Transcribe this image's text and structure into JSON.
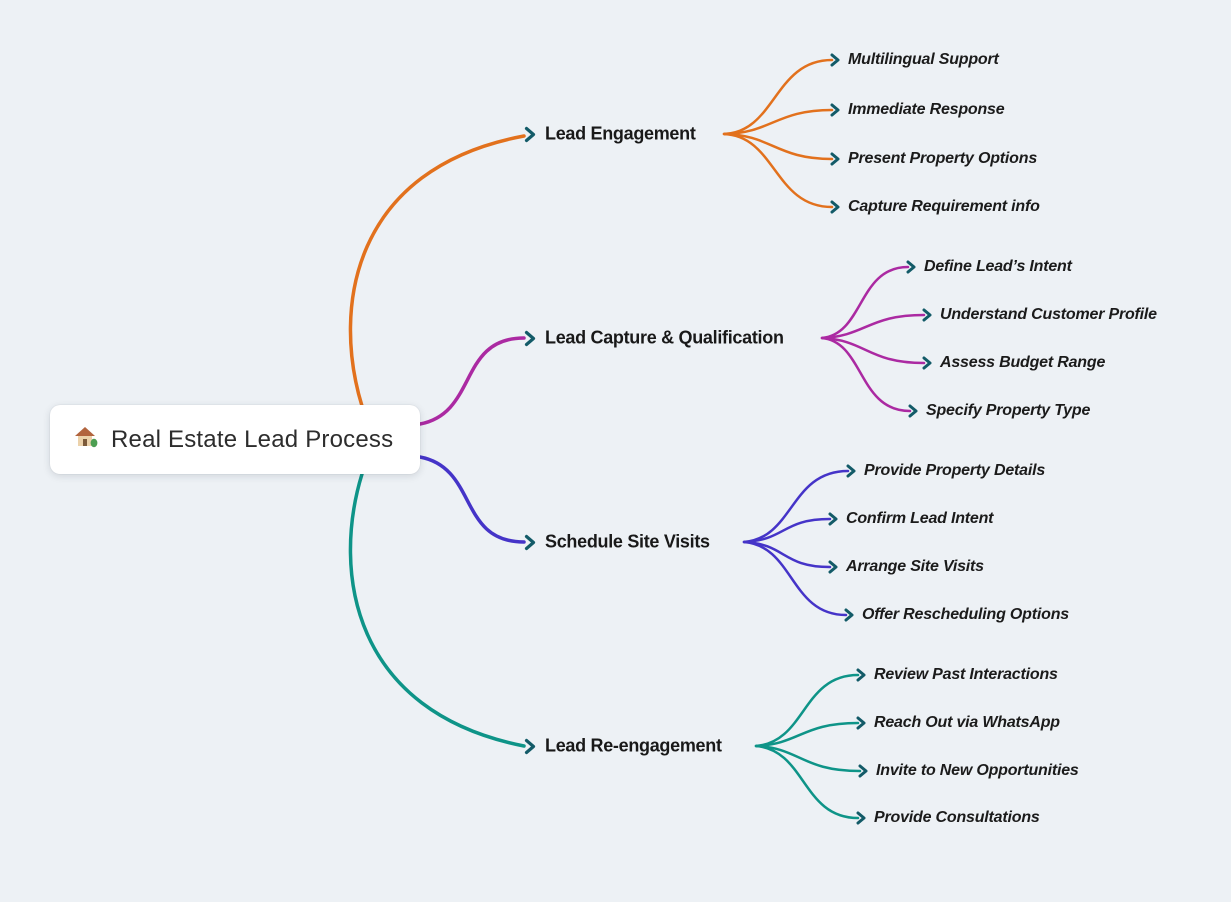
{
  "root": {
    "label": "Real Estate Lead Process",
    "icon": "house-with-garden"
  },
  "ui": {
    "chevron_color": "#135b68",
    "background_color": "#edf1f5",
    "node_text_color": "#191919"
  },
  "branches": [
    {
      "label": "Lead Engagement",
      "color": "#e2711d",
      "children": [
        "Multilingual Support",
        "Immediate Response",
        "Present Property Options",
        "Capture Requirement info"
      ]
    },
    {
      "label": "Lead Capture & Qualification",
      "color": "#ab2aa2",
      "children": [
        "Define Lead’s Intent",
        "Understand Customer Profile",
        "Assess Budget Range",
        "Specify Property Type"
      ]
    },
    {
      "label": "Schedule Site Visits",
      "color": "#4534c8",
      "children": [
        "Provide Property Details",
        "Confirm Lead Intent",
        "Arrange Site Visits",
        "Offer Rescheduling Options"
      ]
    },
    {
      "label": "Lead Re-engagement",
      "color": "#0e9488",
      "children": [
        "Review Past Interactions",
        "Reach Out via WhatsApp",
        "Invite to New Opportunities",
        "Provide Consultations"
      ]
    }
  ]
}
